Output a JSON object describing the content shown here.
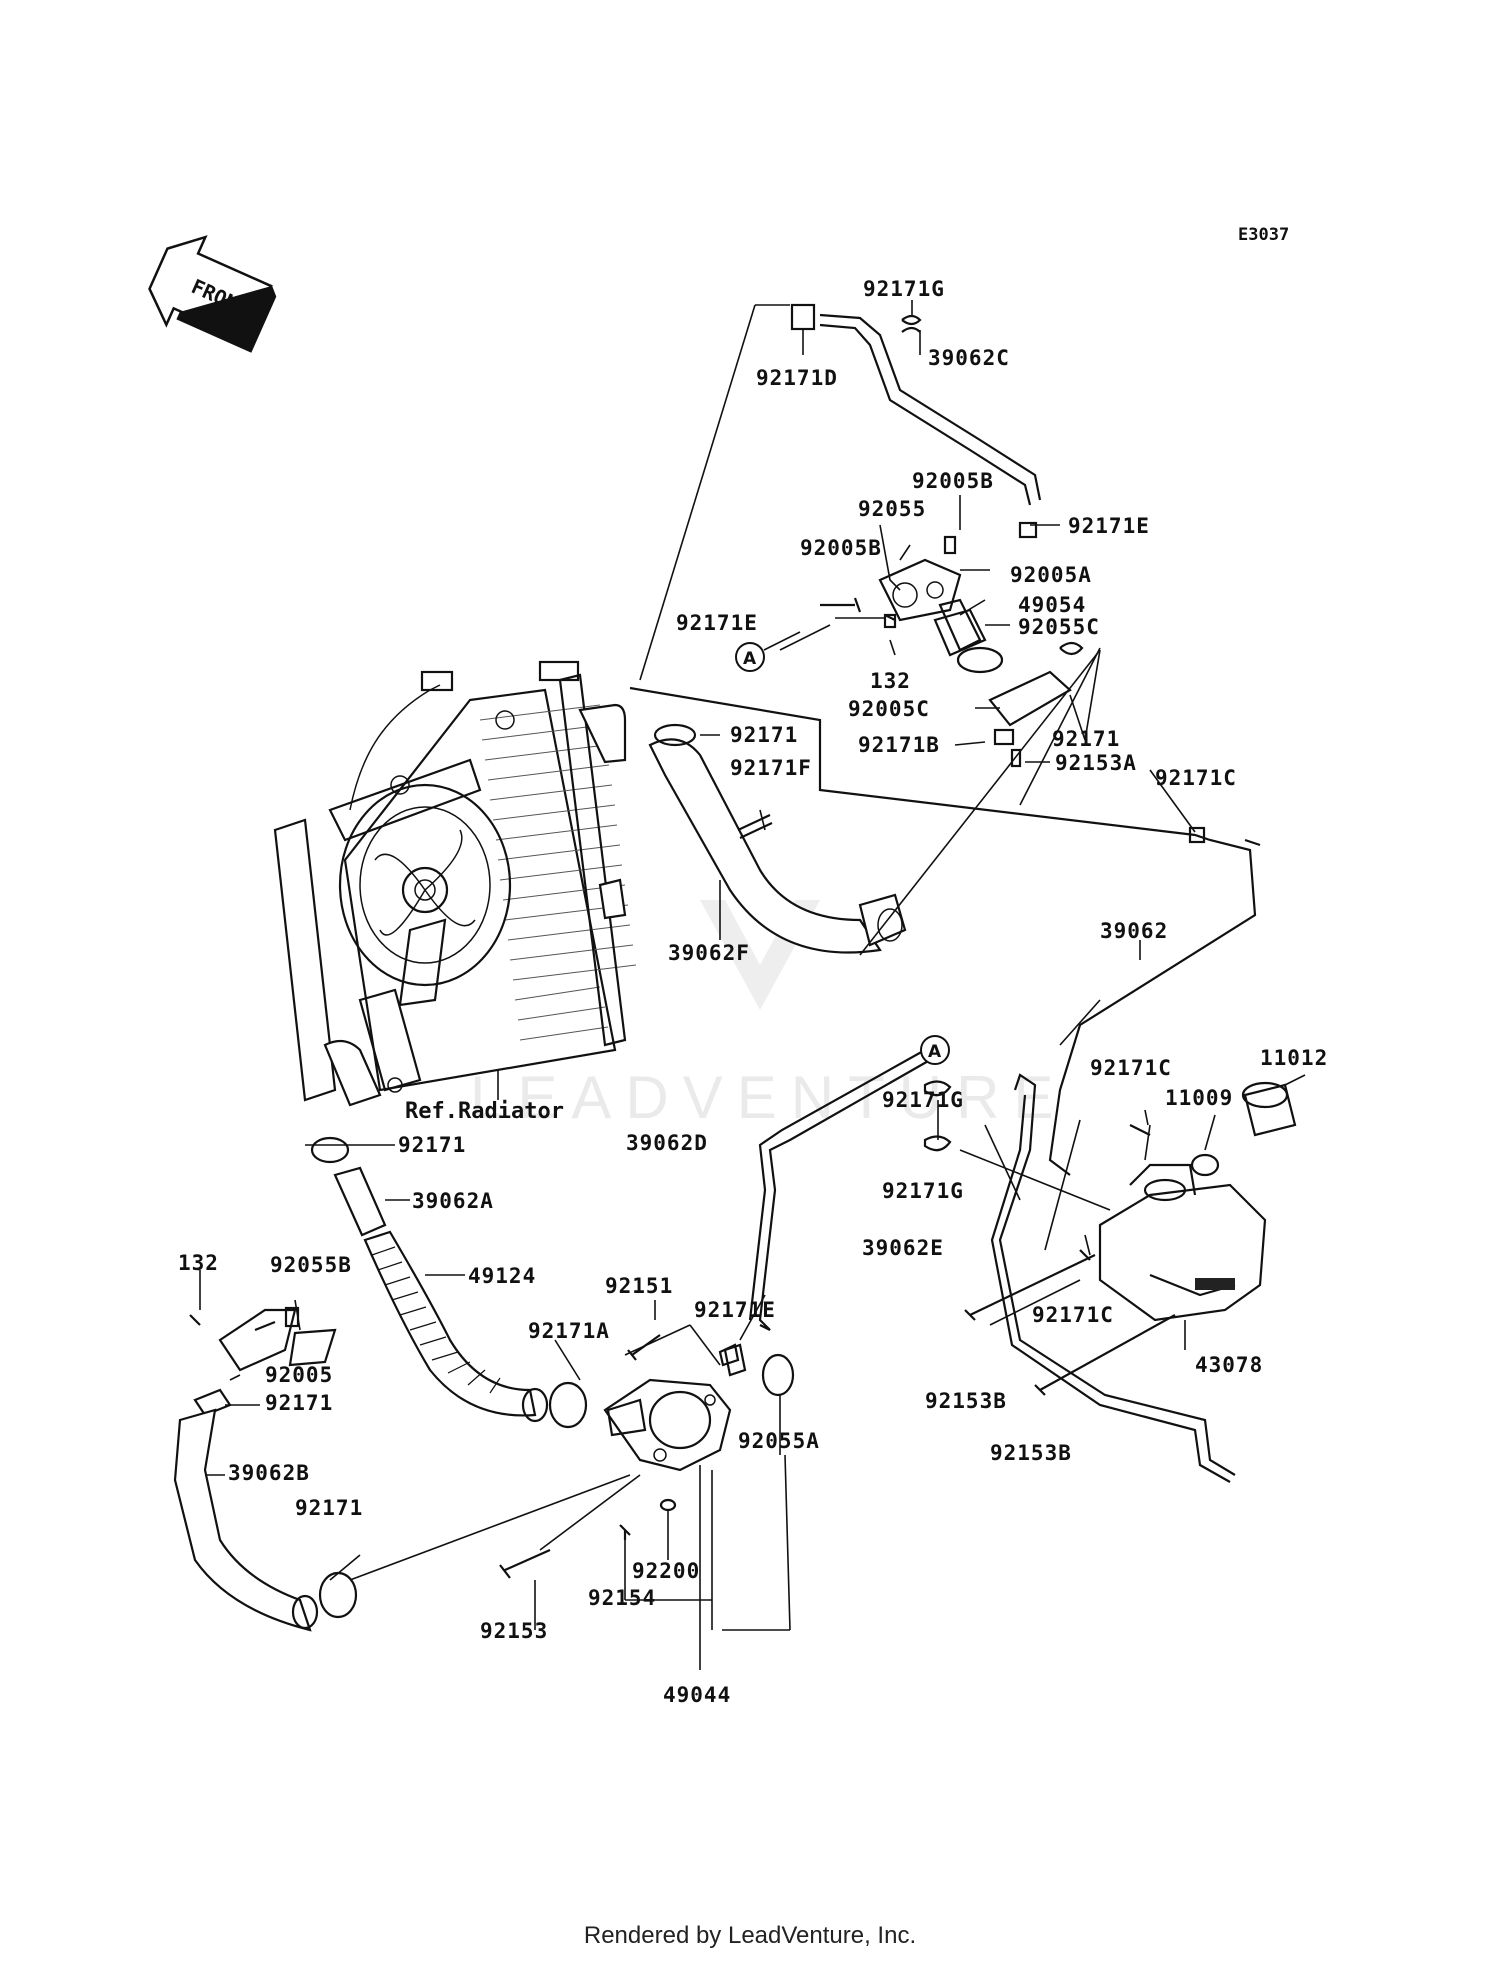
{
  "diagram_code": "E3037",
  "front_label": "FRONT",
  "watermark": "LEADVENTURE",
  "footer": "Rendered by LeadVenture, Inc.",
  "ref_radiator": "Ref.Radiator",
  "callout_letter": "A",
  "labels": {
    "p92171G_top": "92171G",
    "p39062C": "39062C",
    "p92171D": "92171D",
    "p92005B_a": "92005B",
    "p92055": "92055",
    "p92171E_top": "92171E",
    "p92005B_b": "92005B",
    "p92005A": "92005A",
    "p49054": "49054",
    "p92171E_left": "92171E",
    "p92055C": "92055C",
    "p132_top": "132",
    "p92005C": "92005C",
    "p92171_right": "92171",
    "p92171B": "92171B",
    "p92153A": "92153A",
    "p92171_hose": "92171",
    "p92171F": "92171F",
    "p92171C_top": "92171C",
    "p39062F": "39062F",
    "p39062": "39062",
    "p11012": "11012",
    "p92171C_mid": "92171C",
    "p11009": "11009",
    "p92171G_mid1": "92171G",
    "p92171G_mid2": "92171G",
    "p92171_bot1": "92171",
    "p39062D": "39062D",
    "p39062A": "39062A",
    "p39062E": "39062E",
    "p49124": "49124",
    "p132_bot": "132",
    "p92055B": "92055B",
    "p92151": "92151",
    "p92171E_bot": "92171E",
    "p92171A": "92171A",
    "p92171C_bot": "92171C",
    "p43078": "43078",
    "p92005": "92005",
    "p92171_left": "92171",
    "p92055A": "92055A",
    "p92153B_a": "92153B",
    "p92153B_b": "92153B",
    "p39062B": "39062B",
    "p92171_pipe": "92171",
    "p92200": "92200",
    "p92154": "92154",
    "p92153": "92153",
    "p49044": "49044"
  }
}
